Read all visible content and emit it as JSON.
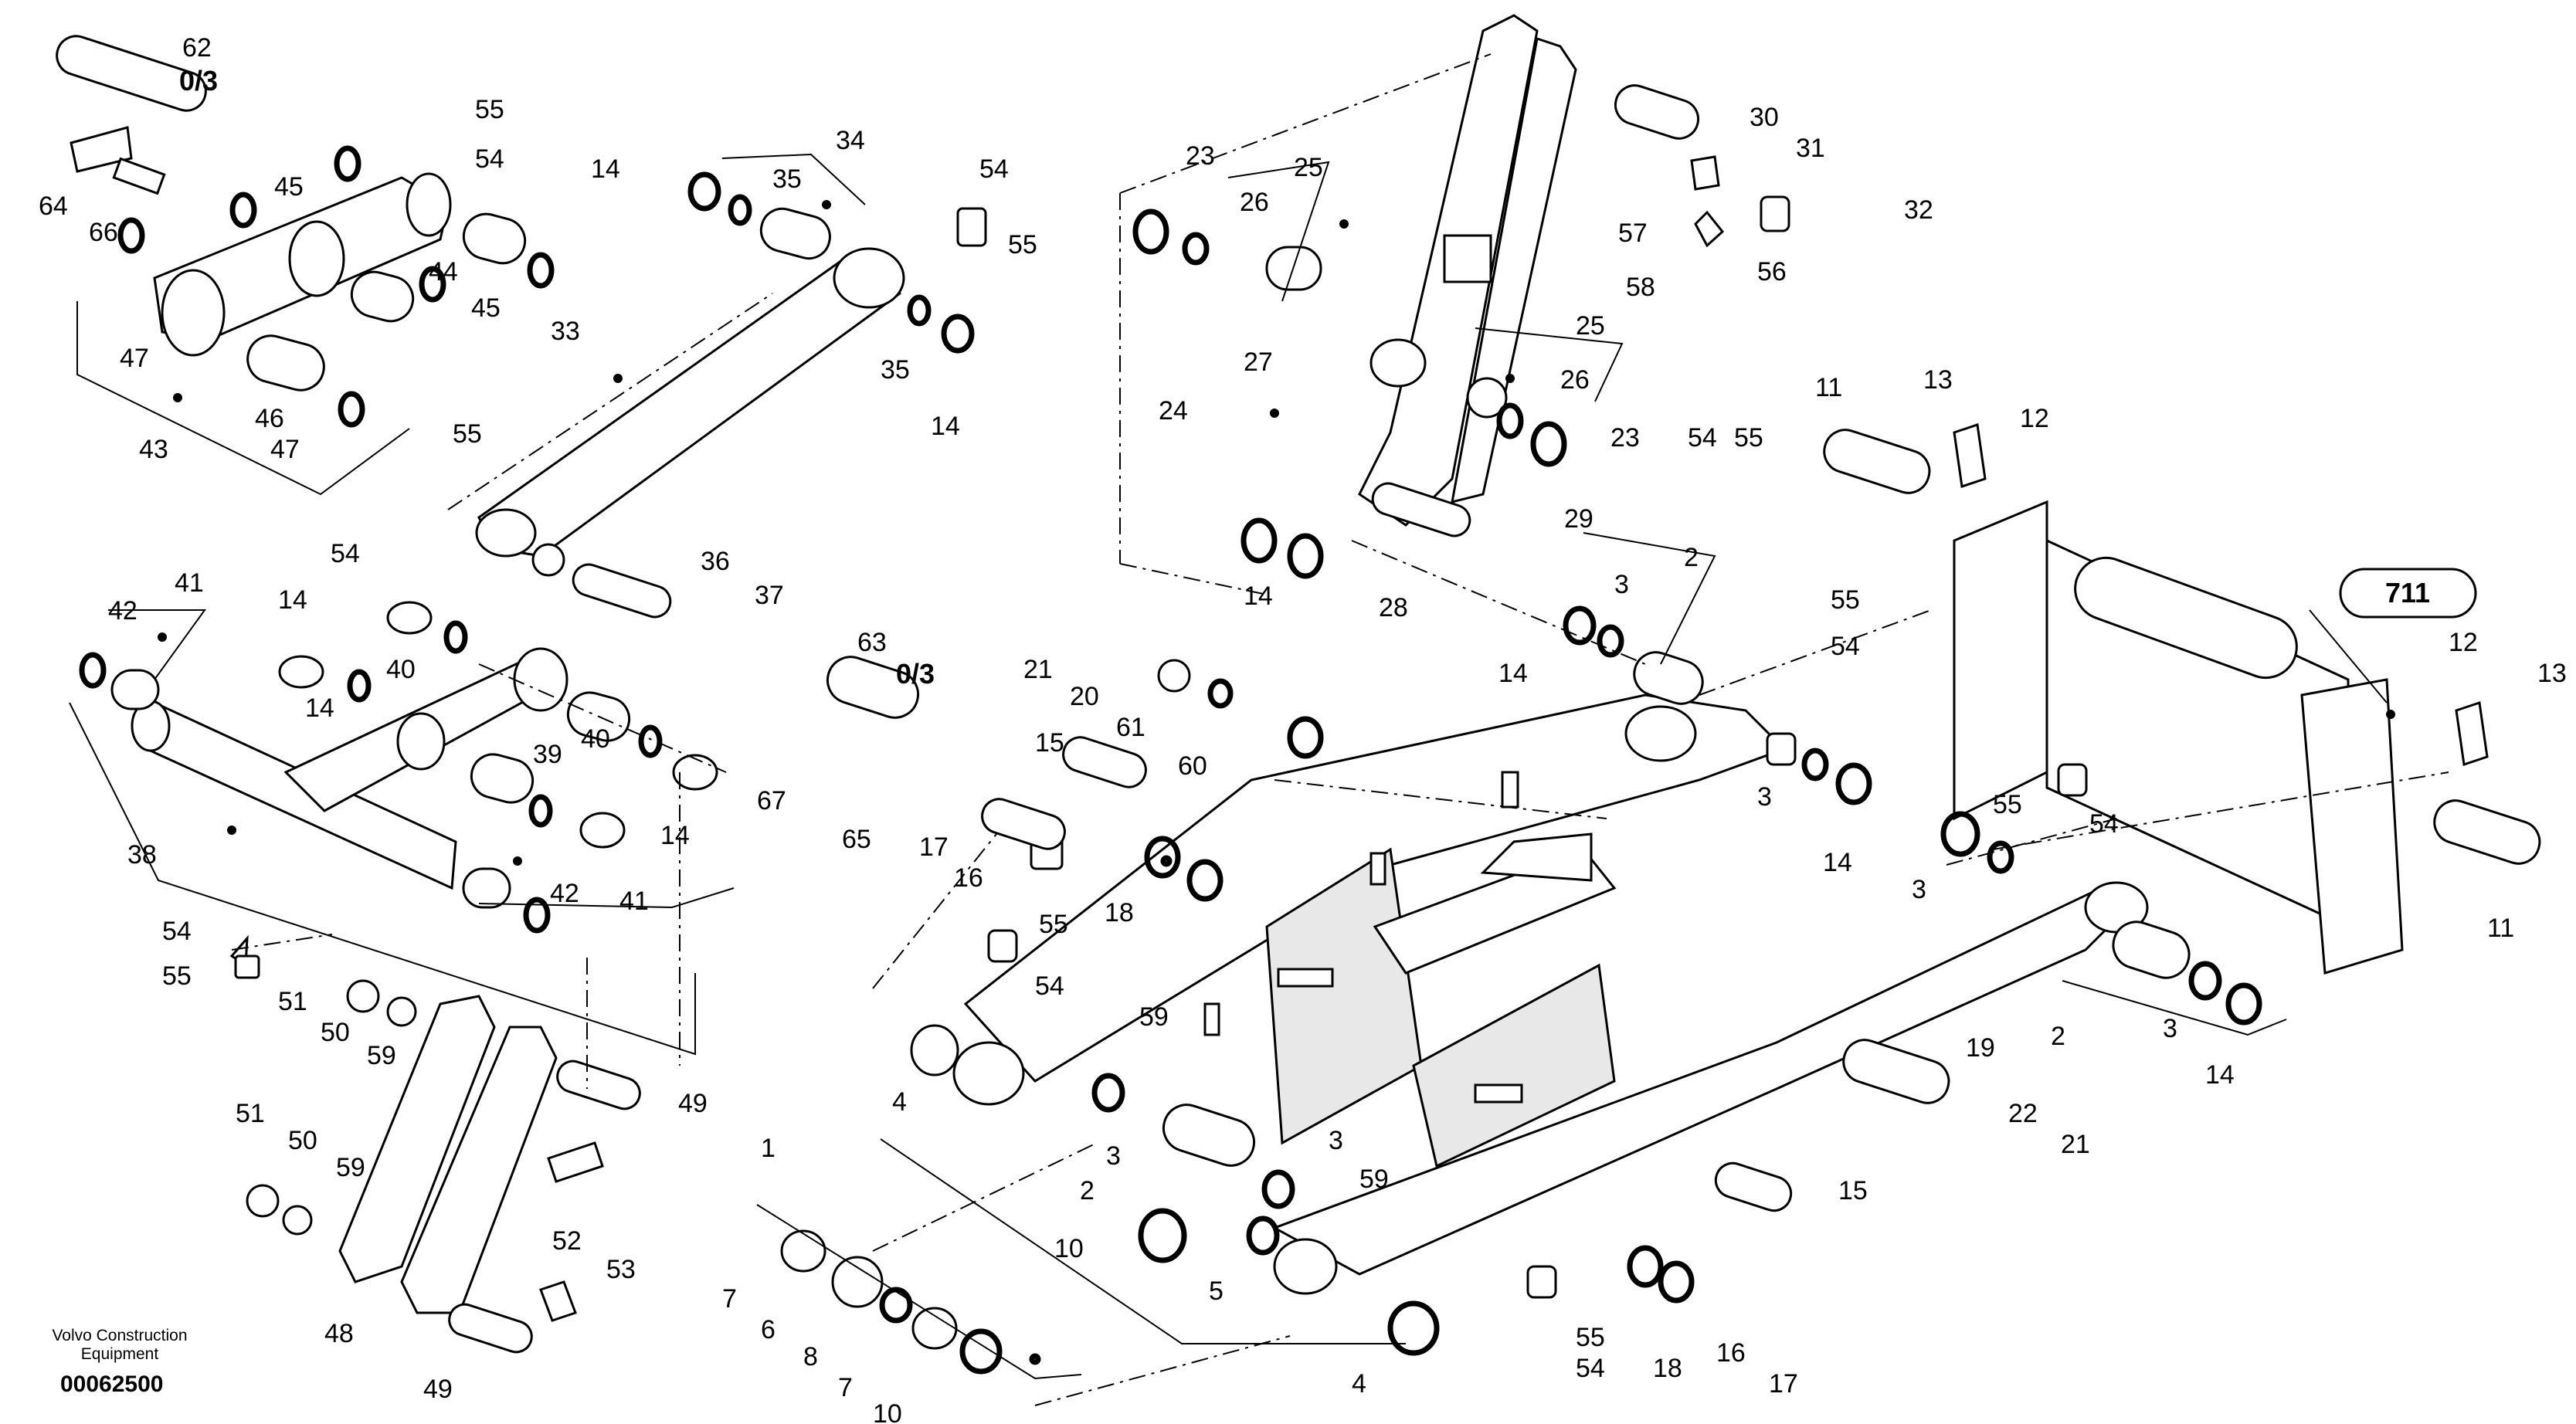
{
  "diagram": {
    "credit_line1": "Volvo Construction",
    "credit_line2": "Equipment",
    "document_number": "00062500",
    "section_ref": "711",
    "quantity_note_top": "0/3",
    "quantity_note_mid": "0/3"
  },
  "callouts": [
    {
      "id": "c62",
      "text": "62"
    },
    {
      "id": "c64",
      "text": "64"
    },
    {
      "id": "c66",
      "text": "66"
    },
    {
      "id": "c55a",
      "text": "55"
    },
    {
      "id": "c54a",
      "text": "54"
    },
    {
      "id": "c45a",
      "text": "45"
    },
    {
      "id": "c44",
      "text": "44"
    },
    {
      "id": "c45b",
      "text": "45"
    },
    {
      "id": "c47a",
      "text": "47"
    },
    {
      "id": "c46",
      "text": "46"
    },
    {
      "id": "c47b",
      "text": "47"
    },
    {
      "id": "c43",
      "text": "43"
    },
    {
      "id": "c14a",
      "text": "14"
    },
    {
      "id": "c35a",
      "text": "35"
    },
    {
      "id": "c34",
      "text": "34"
    },
    {
      "id": "c54b",
      "text": "54"
    },
    {
      "id": "c55b",
      "text": "55"
    },
    {
      "id": "c33",
      "text": "33"
    },
    {
      "id": "c35b",
      "text": "35"
    },
    {
      "id": "c14b",
      "text": "14"
    },
    {
      "id": "c55c",
      "text": "55"
    },
    {
      "id": "c54c",
      "text": "54"
    },
    {
      "id": "c36",
      "text": "36"
    },
    {
      "id": "c37",
      "text": "37"
    },
    {
      "id": "c41a",
      "text": "41"
    },
    {
      "id": "c42a",
      "text": "42"
    },
    {
      "id": "c14c",
      "text": "14"
    },
    {
      "id": "c40a",
      "text": "40"
    },
    {
      "id": "c14d",
      "text": "14"
    },
    {
      "id": "c39",
      "text": "39"
    },
    {
      "id": "c40b",
      "text": "40"
    },
    {
      "id": "c14e",
      "text": "14"
    },
    {
      "id": "c38",
      "text": "38"
    },
    {
      "id": "c42b",
      "text": "42"
    },
    {
      "id": "c41b",
      "text": "41"
    },
    {
      "id": "c54d",
      "text": "54"
    },
    {
      "id": "c55d",
      "text": "55"
    },
    {
      "id": "c51a",
      "text": "51"
    },
    {
      "id": "c50a",
      "text": "50"
    },
    {
      "id": "c59a",
      "text": "59"
    },
    {
      "id": "c49a",
      "text": "49"
    },
    {
      "id": "c51b",
      "text": "51"
    },
    {
      "id": "c50b",
      "text": "50"
    },
    {
      "id": "c59b",
      "text": "59"
    },
    {
      "id": "c52",
      "text": "52"
    },
    {
      "id": "c53",
      "text": "53"
    },
    {
      "id": "c48",
      "text": "48"
    },
    {
      "id": "c49b",
      "text": "49"
    },
    {
      "id": "c63",
      "text": "63"
    },
    {
      "id": "c67",
      "text": "67"
    },
    {
      "id": "c65",
      "text": "65"
    },
    {
      "id": "c21a",
      "text": "21"
    },
    {
      "id": "c20",
      "text": "20"
    },
    {
      "id": "c61",
      "text": "61"
    },
    {
      "id": "c60",
      "text": "60"
    },
    {
      "id": "c15a",
      "text": "15"
    },
    {
      "id": "c17a",
      "text": "17"
    },
    {
      "id": "c16a",
      "text": "16"
    },
    {
      "id": "c18a",
      "text": "18"
    },
    {
      "id": "c55e",
      "text": "55"
    },
    {
      "id": "c54e",
      "text": "54"
    },
    {
      "id": "c59c",
      "text": "59"
    },
    {
      "id": "c4a",
      "text": "4"
    },
    {
      "id": "c3a",
      "text": "3"
    },
    {
      "id": "c2a",
      "text": "2"
    },
    {
      "id": "c1",
      "text": "1"
    },
    {
      "id": "c3b",
      "text": "3"
    },
    {
      "id": "c59d",
      "text": "59"
    },
    {
      "id": "c10a",
      "text": "10"
    },
    {
      "id": "c5",
      "text": "5"
    },
    {
      "id": "c7a",
      "text": "7"
    },
    {
      "id": "c6",
      "text": "6"
    },
    {
      "id": "c8",
      "text": "8"
    },
    {
      "id": "c7b",
      "text": "7"
    },
    {
      "id": "c10b",
      "text": "10"
    },
    {
      "id": "c4b",
      "text": "4"
    },
    {
      "id": "c55f",
      "text": "55"
    },
    {
      "id": "c54f",
      "text": "54"
    },
    {
      "id": "c18b",
      "text": "18"
    },
    {
      "id": "c16b",
      "text": "16"
    },
    {
      "id": "c17b",
      "text": "17"
    },
    {
      "id": "c15b",
      "text": "15"
    },
    {
      "id": "c22",
      "text": "22"
    },
    {
      "id": "c21b",
      "text": "21"
    },
    {
      "id": "c19",
      "text": "19"
    },
    {
      "id": "c23a",
      "text": "23"
    },
    {
      "id": "c25a",
      "text": "25"
    },
    {
      "id": "c26a",
      "text": "26"
    },
    {
      "id": "c27",
      "text": "27"
    },
    {
      "id": "c24",
      "text": "24"
    },
    {
      "id": "c14f",
      "text": "14"
    },
    {
      "id": "c28",
      "text": "28"
    },
    {
      "id": "c29",
      "text": "29"
    },
    {
      "id": "c30",
      "text": "30"
    },
    {
      "id": "c31",
      "text": "31"
    },
    {
      "id": "c32",
      "text": "32"
    },
    {
      "id": "c57",
      "text": "57"
    },
    {
      "id": "c58",
      "text": "58"
    },
    {
      "id": "c56",
      "text": "56"
    },
    {
      "id": "c25b",
      "text": "25"
    },
    {
      "id": "c26b",
      "text": "26"
    },
    {
      "id": "c23b",
      "text": "23"
    },
    {
      "id": "c54g",
      "text": "54"
    },
    {
      "id": "c55g",
      "text": "55"
    },
    {
      "id": "c11a",
      "text": "11"
    },
    {
      "id": "c13a",
      "text": "13"
    },
    {
      "id": "c12a",
      "text": "12"
    },
    {
      "id": "c2b",
      "text": "2"
    },
    {
      "id": "c3c",
      "text": "3"
    },
    {
      "id": "c14g",
      "text": "14"
    },
    {
      "id": "c55h",
      "text": "55"
    },
    {
      "id": "c54h",
      "text": "54"
    },
    {
      "id": "c3d",
      "text": "3"
    },
    {
      "id": "c14h",
      "text": "14"
    },
    {
      "id": "c55i",
      "text": "55"
    },
    {
      "id": "c54i",
      "text": "54"
    },
    {
      "id": "c3e",
      "text": "3"
    },
    {
      "id": "c2c",
      "text": "2"
    },
    {
      "id": "c3f",
      "text": "3"
    },
    {
      "id": "c14i",
      "text": "14"
    },
    {
      "id": "c12b",
      "text": "12"
    },
    {
      "id": "c13b",
      "text": "13"
    },
    {
      "id": "c11b",
      "text": "11"
    }
  ]
}
